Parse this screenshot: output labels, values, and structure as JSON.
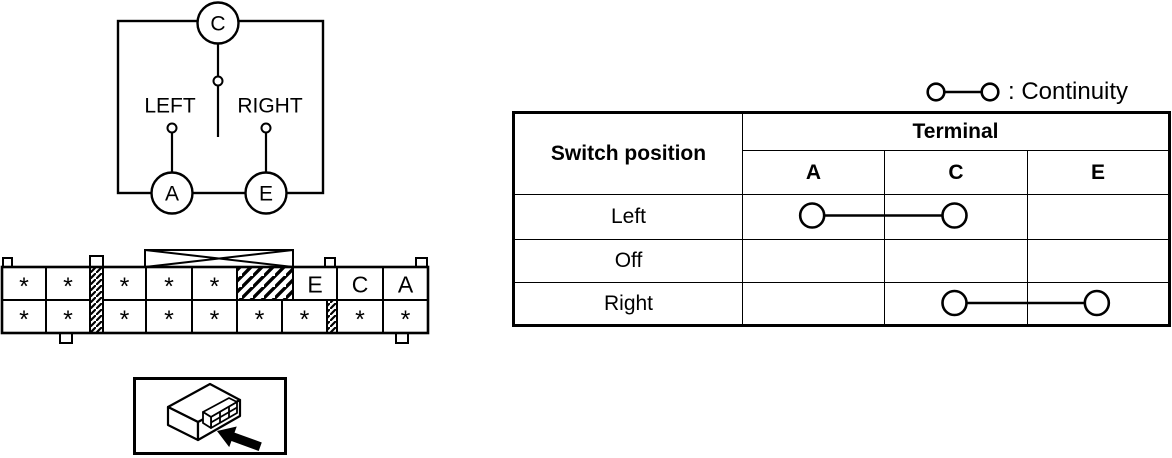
{
  "colors": {
    "ink": "#000000",
    "bg": "#ffffff"
  },
  "circuit": {
    "top_terminal": "C",
    "left_label": "LEFT",
    "right_label": "RIGHT",
    "left_terminal": "A",
    "right_terminal": "E"
  },
  "connector": {
    "top_row": [
      "*",
      "*",
      "HATCH",
      "*",
      "*",
      "*",
      "HATCH",
      "E",
      "C",
      "A"
    ],
    "bottom_row": [
      "*",
      "*",
      "HATCH",
      "*",
      "*",
      "*",
      "*",
      "*",
      "HATCH",
      "*",
      "*"
    ]
  },
  "legend": {
    "label": ": Continuity"
  },
  "table": {
    "corner_header": "Switch position",
    "group_header": "Terminal",
    "terminal_headers": [
      "A",
      "C",
      "E"
    ],
    "rows": [
      {
        "label": "Left",
        "continuity": [
          "A",
          "C"
        ]
      },
      {
        "label": "Off",
        "continuity": []
      },
      {
        "label": "Right",
        "continuity": [
          "C",
          "E"
        ]
      }
    ]
  }
}
